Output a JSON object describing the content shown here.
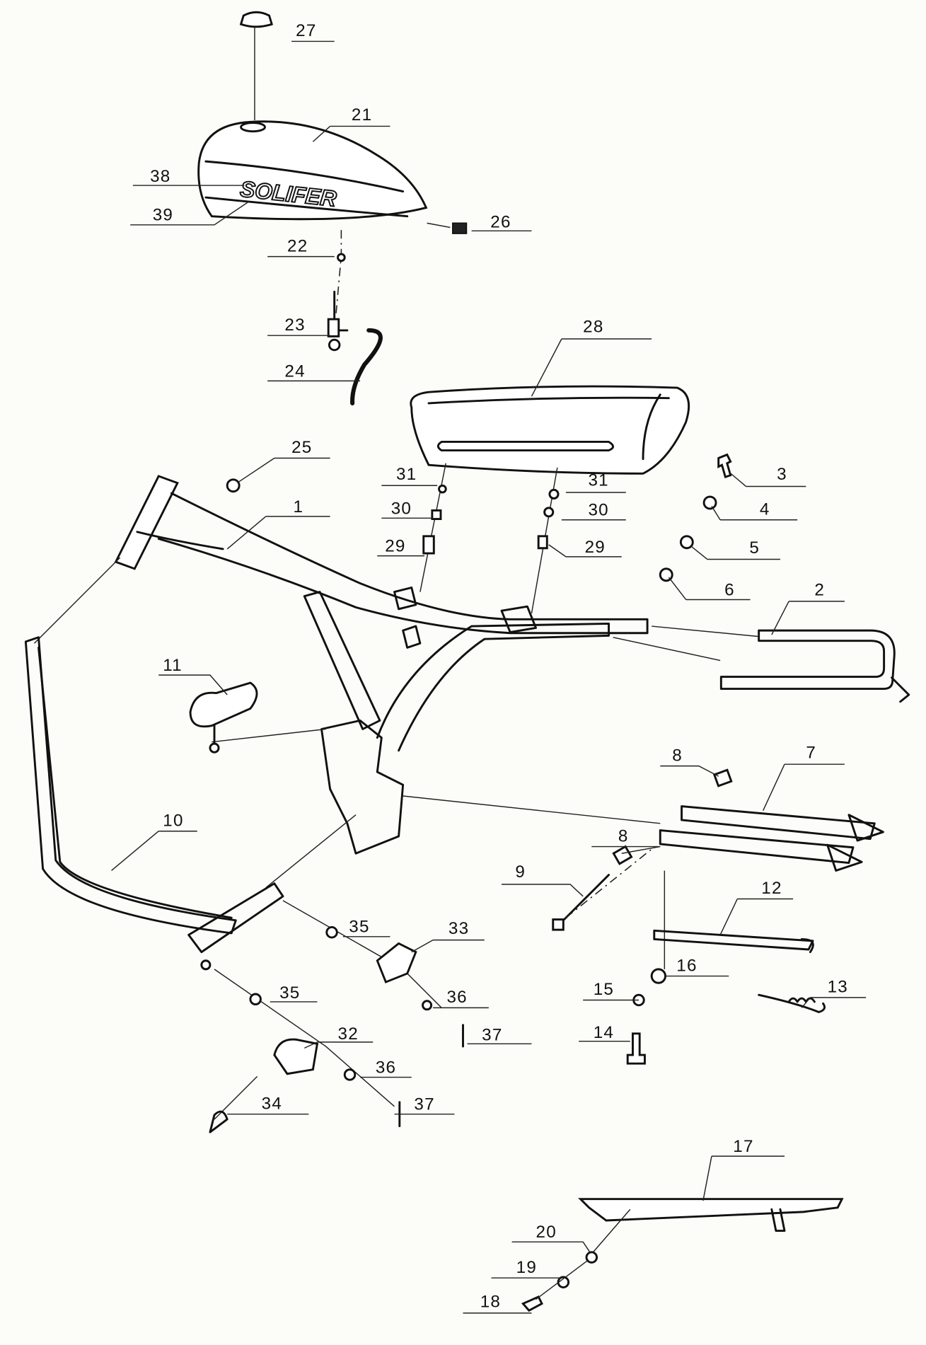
{
  "title": "Frame exploded parts diagram",
  "brand_on_tank": "SOLIFER",
  "callouts": {
    "c1": "1",
    "c2": "2",
    "c3": "3",
    "c4": "4",
    "c5": "5",
    "c6": "6",
    "c7": "7",
    "c8a": "8",
    "c8b": "8",
    "c9": "9",
    "c10": "10",
    "c11": "11",
    "c12": "12",
    "c13": "13",
    "c14": "14",
    "c15": "15",
    "c16": "16",
    "c17": "17",
    "c18": "18",
    "c19": "19",
    "c20": "20",
    "c21": "21",
    "c22": "22",
    "c23": "23",
    "c24": "24",
    "c25": "25",
    "c26": "26",
    "c27": "27",
    "c28": "28",
    "c29a": "29",
    "c29b": "29",
    "c30a": "30",
    "c30b": "30",
    "c31a": "31",
    "c31b": "31",
    "c32": "32",
    "c33": "33",
    "c34": "34",
    "c35a": "35",
    "c35b": "35",
    "c36a": "36",
    "c36b": "36",
    "c37a": "37",
    "c37b": "37",
    "c38": "38",
    "c39": "39"
  }
}
